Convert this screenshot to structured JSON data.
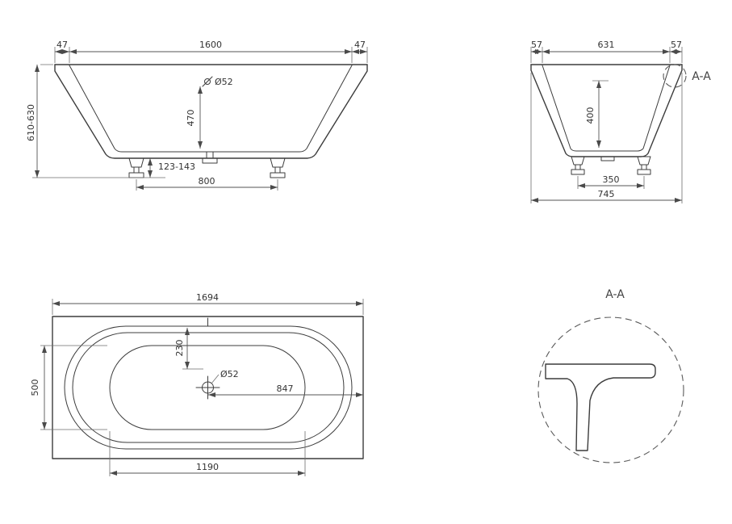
{
  "drawing": {
    "front": {
      "overhang_left": "47",
      "top_width": "1600",
      "overhang_right": "47",
      "drain_dia": "Ø52",
      "depth": "470",
      "height_range": "610-630",
      "foot_adjust": "123-143",
      "foot_span": "800"
    },
    "section": {
      "overhang_left": "57",
      "top_width": "631",
      "overhang_right": "57",
      "depth": "400",
      "foot_span": "350",
      "overall_width": "745",
      "cut_label": "A-A"
    },
    "plan": {
      "overall_length": "1694",
      "drain_offset": "230",
      "drain_dia": "Ø52",
      "drain_to_end": "847",
      "inner_width": "500",
      "inner_length": "1190"
    },
    "detail": {
      "title": "A-A"
    }
  }
}
